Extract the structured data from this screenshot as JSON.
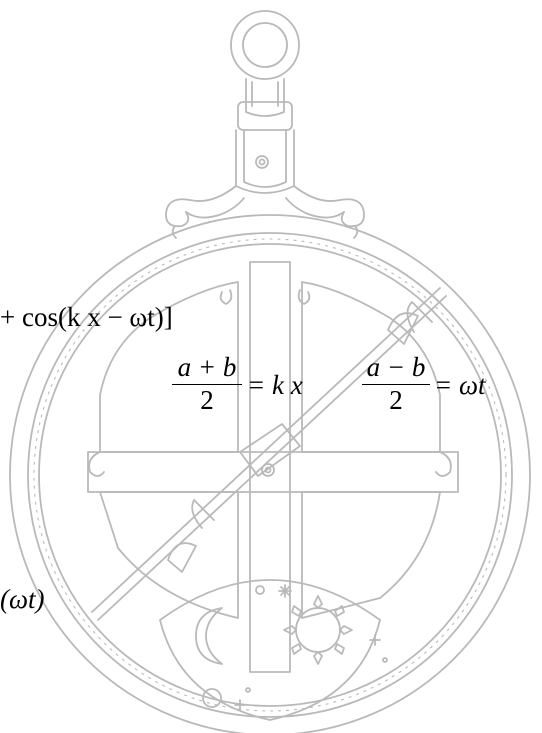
{
  "colors": {
    "line_art": "#b9b9b9",
    "text": "#000000",
    "background": "#ffffff"
  },
  "equations": {
    "top_right": "+ cos(k x − ωt)]",
    "frac1_num": "a + b",
    "frac1_den": "2",
    "frac1_rhs": "= k x",
    "frac2_num": "a − b",
    "frac2_den": "2",
    "frac2_rhs": "= ωt",
    "bottom_left": "(ωt)"
  },
  "decor": {
    "image": "astrolabe-illustration",
    "icons": [
      "ring-icon",
      "moon-icon",
      "sun-icon",
      "star-icon"
    ]
  }
}
